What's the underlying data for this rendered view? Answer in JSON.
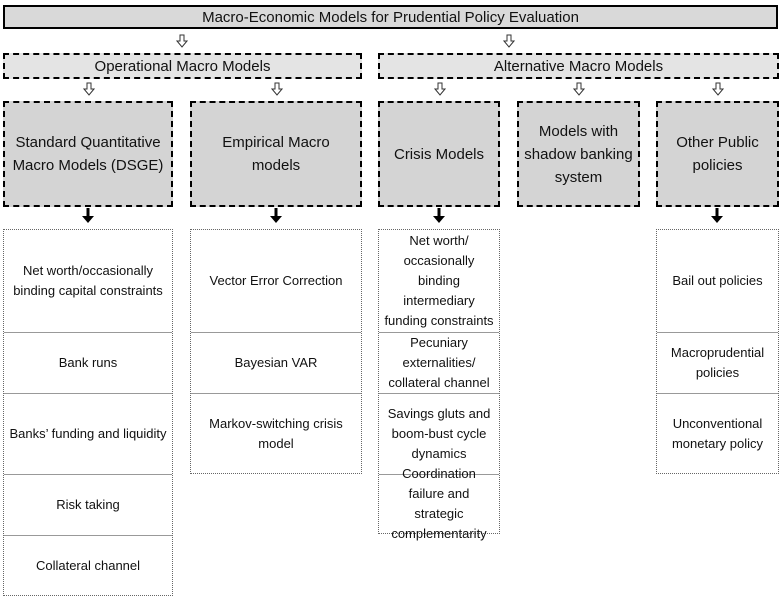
{
  "title": "Macro-Economic Models for Prudential Policy Evaluation",
  "groups": [
    {
      "label": "Operational Macro Models"
    },
    {
      "label": "Alternative Macro Models"
    }
  ],
  "models": [
    {
      "label": "Standard Quantitative Macro Models (DSGE)",
      "items": [
        "Net worth/occasionally binding capital constraints",
        "Bank runs",
        "Banks’ funding and liquidity",
        "Risk taking",
        "Collateral channel"
      ]
    },
    {
      "label": "Empirical Macro models",
      "items": [
        "Vector Error Correction",
        "Bayesian VAR",
        "Markov-switching crisis model"
      ]
    },
    {
      "label": "Crisis Models",
      "items": [
        "Net worth/ occasionally binding intermediary funding constraints",
        "Pecuniary externalities/ collateral channel",
        "Savings gluts and boom-bust cycle dynamics",
        "Coordination failure and strategic complementarity"
      ]
    },
    {
      "label": "Models with shadow banking system",
      "items": []
    },
    {
      "label": "Other Public policies",
      "items": [
        "Bail out policies",
        "Macroprudential policies",
        "Unconventional monetary policy"
      ]
    }
  ]
}
